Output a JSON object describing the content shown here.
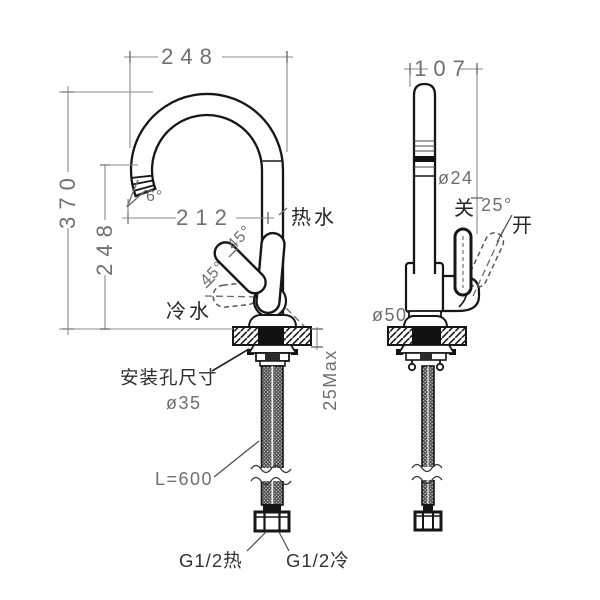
{
  "drawing": {
    "side_view": {
      "dim_width_top": "248",
      "dim_height_total": "370",
      "dim_height_spout": "248",
      "dim_reach": "212",
      "angle_tip": "6°",
      "angle_handle_1": "45°",
      "angle_handle_2": "45°",
      "label_hot": "热水",
      "label_cold": "冷水",
      "label_hole": "安装孔尺寸",
      "hole_dia": "ø35",
      "deck_thickness": "25Max",
      "hose_length": "L=600",
      "conn_hot": "G1/2热",
      "conn_cold": "G1/2冷"
    },
    "front_view": {
      "dim_width": "107",
      "spout_dia": "ø24",
      "label_close": "关",
      "angle_open": "25°",
      "label_open": "开",
      "base_dia": "ø50"
    },
    "colors": {
      "line": "#161616",
      "dimension": "#6f6f6f",
      "label": "#262626",
      "background": "#ffffff"
    }
  }
}
